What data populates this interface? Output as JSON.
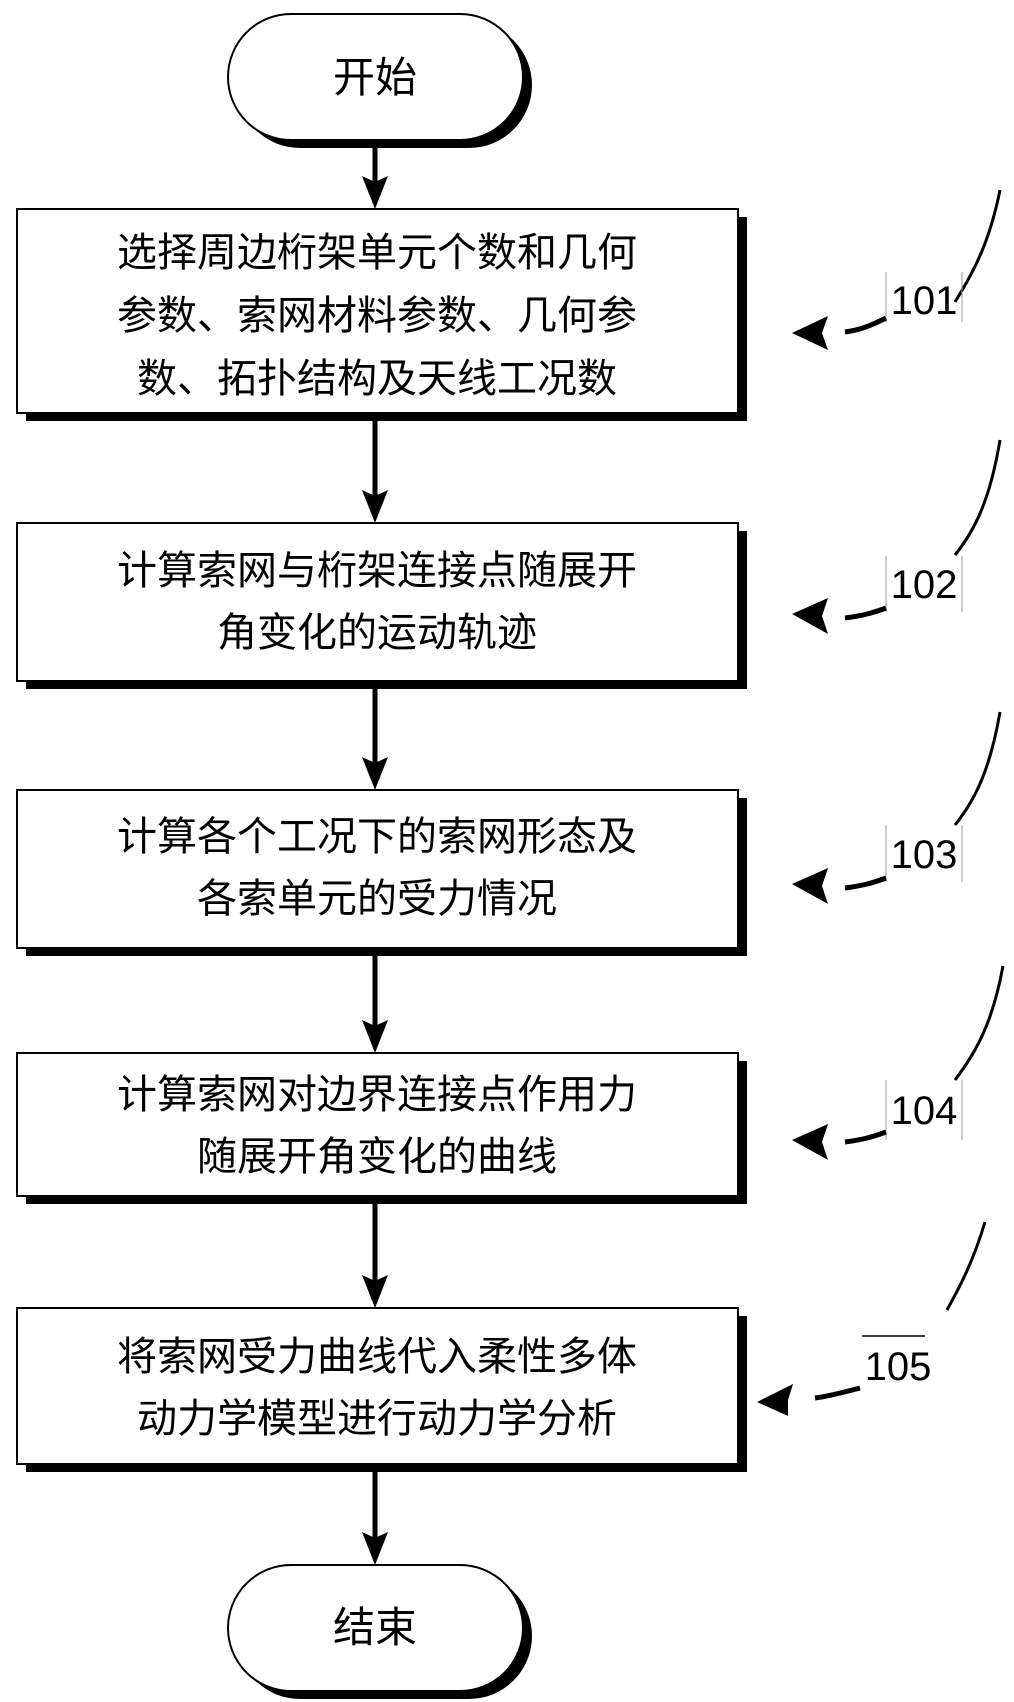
{
  "diagram": {
    "type": "flowchart",
    "start": {
      "label": "开始"
    },
    "end": {
      "label": "结束"
    },
    "steps": [
      {
        "id": "101",
        "lines": [
          "选择周边桁架单元个数和几何",
          "参数、索网材料参数、几何参",
          "数、拓扑结构及天线工况数"
        ]
      },
      {
        "id": "102",
        "lines": [
          "计算索网与桁架连接点随展开",
          "角变化的运动轨迹"
        ]
      },
      {
        "id": "103",
        "lines": [
          "计算各个工况下的索网形态及",
          "各索单元的受力情况"
        ]
      },
      {
        "id": "104",
        "lines": [
          "计算索网对边界连接点作用力",
          "随展开角变化的曲线"
        ]
      },
      {
        "id": "105",
        "lines": [
          "将索网受力曲线代入柔性多体",
          "动力学模型进行动力学分析"
        ]
      }
    ],
    "colors": {
      "stroke": "#000000",
      "fill": "#ffffff",
      "shadow": "#000000"
    }
  }
}
